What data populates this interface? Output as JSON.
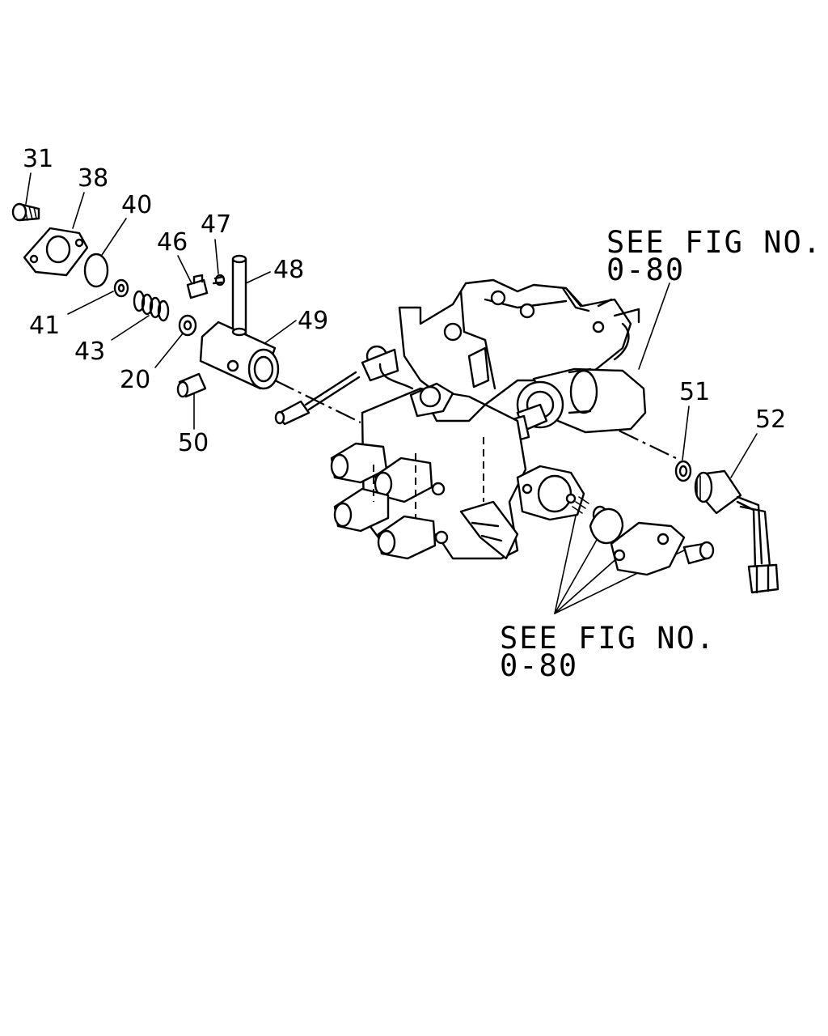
{
  "diagram": {
    "callouts": [
      {
        "id": "31",
        "text": "31"
      },
      {
        "id": "38",
        "text": "38"
      },
      {
        "id": "40",
        "text": "40"
      },
      {
        "id": "41",
        "text": "41"
      },
      {
        "id": "43",
        "text": "43"
      },
      {
        "id": "20",
        "text": "20"
      },
      {
        "id": "46",
        "text": "46"
      },
      {
        "id": "47",
        "text": "47"
      },
      {
        "id": "48",
        "text": "48"
      },
      {
        "id": "49",
        "text": "49"
      },
      {
        "id": "50",
        "text": "50"
      },
      {
        "id": "51",
        "text": "51"
      },
      {
        "id": "52",
        "text": "52"
      }
    ],
    "references": [
      {
        "line1": "SEE FIG NO.",
        "line2": "0-80"
      },
      {
        "line1": "SEE FIG NO.",
        "line2": "0-80"
      }
    ]
  }
}
